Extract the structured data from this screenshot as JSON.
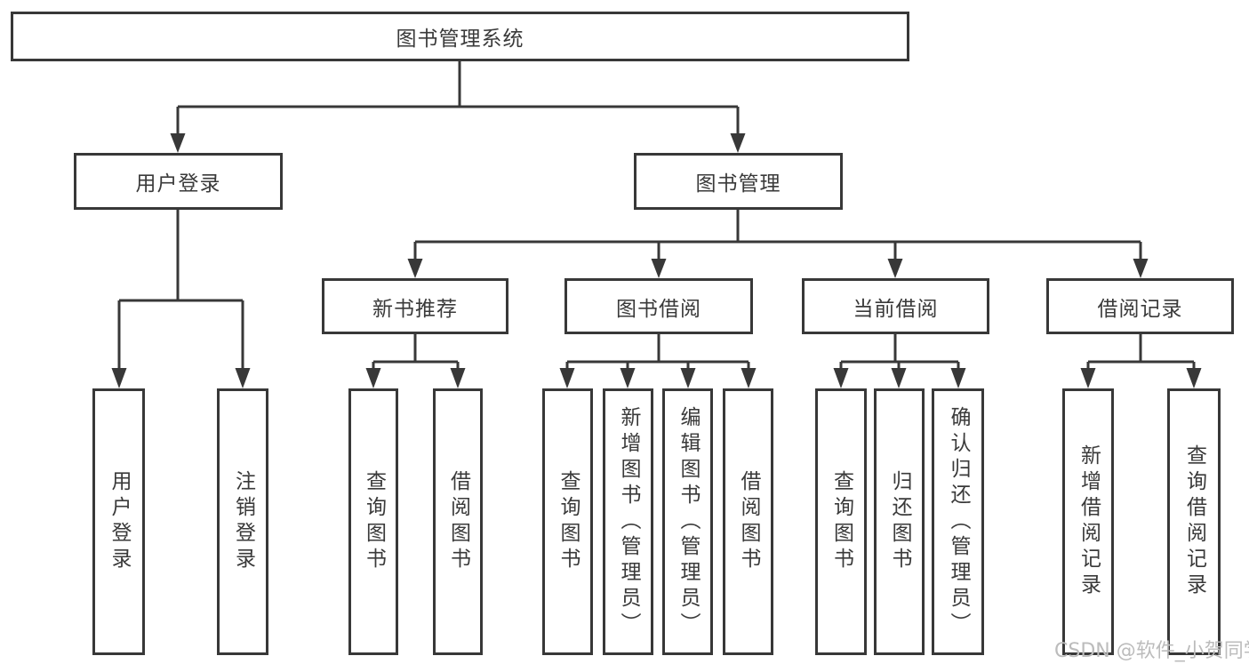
{
  "tree": {
    "root": "图书管理系统",
    "branches": [
      {
        "label": "用户登录",
        "children": [
          "用户登录",
          "注销登录"
        ]
      },
      {
        "label": "图书管理",
        "groups": [
          {
            "label": "新书推荐",
            "children": [
              "查询图书",
              "借阅图书"
            ]
          },
          {
            "label": "图书借阅",
            "children": [
              "查询图书",
              "新增图书（管理员）",
              "编辑图书（管理员）",
              "借阅图书"
            ]
          },
          {
            "label": "当前借阅",
            "children": [
              "查询图书",
              "归还图书",
              "确认归还（管理员）"
            ]
          },
          {
            "label": "借阅记录",
            "children": [
              "新增借阅记录",
              "查询借阅记录"
            ]
          }
        ]
      }
    ]
  },
  "watermark": "CSDN @软件_小贺同学",
  "colors": {
    "line": "#383838",
    "box_border": "#383838",
    "text": "#3a3a3a",
    "watermark": "#bcbcbc",
    "background": "#ffffff"
  }
}
